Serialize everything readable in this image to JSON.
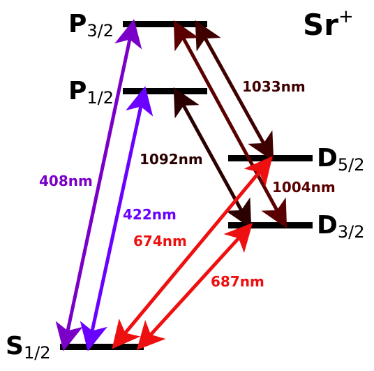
{
  "ion": {
    "symbol": "Sr",
    "charge": "+"
  },
  "levels": {
    "P32": {
      "letter": "P",
      "sub": "3/2"
    },
    "P12": {
      "letter": "P",
      "sub": "1/2"
    },
    "D52": {
      "letter": "D",
      "sub": "5/2"
    },
    "D32": {
      "letter": "D",
      "sub": "3/2"
    },
    "S12": {
      "letter": "S",
      "sub": "1/2"
    }
  },
  "transitions": [
    {
      "id": "t408",
      "label": "408nm",
      "color": "#7a00c8"
    },
    {
      "id": "t422",
      "label": "422nm",
      "color": "#6a00ff"
    },
    {
      "id": "t1092",
      "label": "1092nm",
      "color": "#2a0000"
    },
    {
      "id": "t1033",
      "label": "1033nm",
      "color": "#3f0000"
    },
    {
      "id": "t1004",
      "label": "1004nm",
      "color": "#5a0000"
    },
    {
      "id": "t674",
      "label": "674nm",
      "color": "#ee1010"
    },
    {
      "id": "t687",
      "label": "687nm",
      "color": "#ee1010"
    }
  ]
}
